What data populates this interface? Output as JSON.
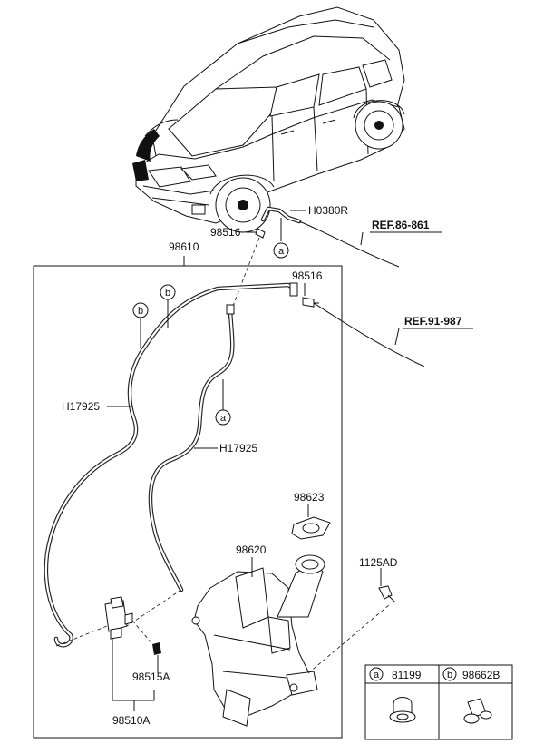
{
  "labels": {
    "h0380r": "H0380R",
    "p98516_top": "98516",
    "p98610": "98610",
    "p98516_right": "98516",
    "ref86": "REF.86-861",
    "ref91": "REF.91-987",
    "h17925_left": "H17925",
    "h17925_right": "H17925",
    "p98623": "98623",
    "p98620": "98620",
    "p1125ad": "1125AD",
    "p98515a": "98515A",
    "p98510a": "98510A"
  },
  "callouts": {
    "a": "a",
    "b": "b"
  },
  "legend": {
    "items": [
      {
        "letter": "a",
        "part": "81199"
      },
      {
        "letter": "b",
        "part": "98662B"
      }
    ]
  }
}
